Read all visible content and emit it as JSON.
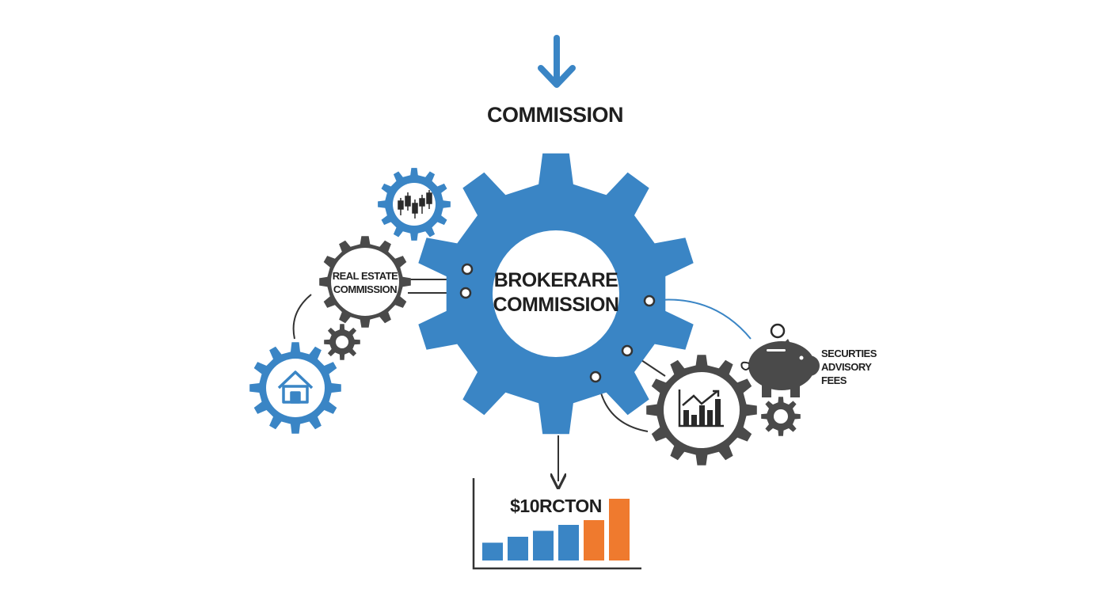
{
  "top_label": "COMMISSION",
  "center_gear": {
    "line1": "BROKERARE",
    "line2": "COMMISSION"
  },
  "real_estate_gear": {
    "line1": "REAL ESTATE",
    "line2": "COMMISSION"
  },
  "securities": {
    "line1": "SECURTIES",
    "line2": "ADVISORY",
    "line3": "FEES"
  },
  "chart_label": "$10RCTON",
  "chart_data": {
    "type": "bar",
    "values": [
      3,
      4,
      5,
      6,
      6.8,
      10.4
    ],
    "colors": [
      "#3a85c5",
      "#3a85c5",
      "#3a85c5",
      "#3a85c5",
      "#ef7a2e",
      "#ef7a2e"
    ],
    "xlabel": "",
    "ylabel": ""
  },
  "icons": {
    "candlestick": "candlestick-chart-icon",
    "house": "house-icon",
    "growth": "growth-chart-icon",
    "piggy": "piggy-bank-icon"
  },
  "colors": {
    "blue": "#3a85c5",
    "dark": "#4a4a4a",
    "orange": "#ef7a2e",
    "line": "#333333"
  }
}
